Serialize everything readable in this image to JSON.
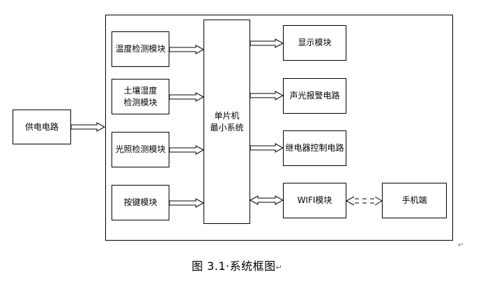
{
  "diagram": {
    "boxes": {
      "power": "供电电路",
      "temp": "温度检测模块",
      "soil": "土壤湿度\n检测模块",
      "light": "光照检测模块",
      "keys": "按键模块",
      "mcu": "单片机\n最小系统",
      "display": "显示模块",
      "alarm": "声光报警电路",
      "relay": "继电器控制电路",
      "wifi": "WIFI模块",
      "phone": "手机端"
    }
  },
  "caption": "图 3.1·系统框图",
  "caption_mark": "↵",
  "end_mark": "↵"
}
